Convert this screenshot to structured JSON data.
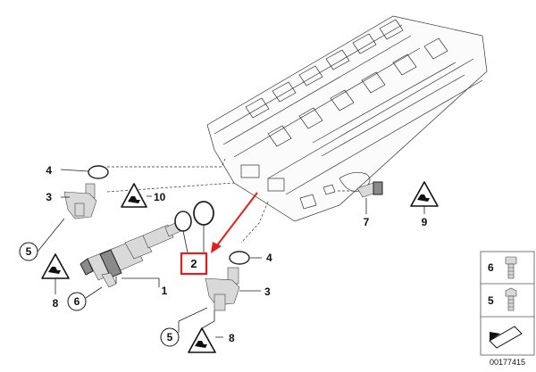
{
  "diagram": {
    "callouts": [
      {
        "id": "c-1",
        "label": "1"
      },
      {
        "id": "c-2",
        "label": "2"
      },
      {
        "id": "c-3a",
        "label": "3"
      },
      {
        "id": "c-3b",
        "label": "3"
      },
      {
        "id": "c-4a",
        "label": "4"
      },
      {
        "id": "c-4b",
        "label": "4"
      },
      {
        "id": "c-5a",
        "label": "5"
      },
      {
        "id": "c-5b",
        "label": "5"
      },
      {
        "id": "c-6a",
        "label": "6"
      },
      {
        "id": "c-7",
        "label": "7"
      },
      {
        "id": "c-8a",
        "label": "8"
      },
      {
        "id": "c-8b",
        "label": "8"
      },
      {
        "id": "c-9",
        "label": "9"
      },
      {
        "id": "c-10",
        "label": "10"
      }
    ],
    "legend": {
      "item_a": "6",
      "item_b": "5"
    },
    "diagram_number": "00177415",
    "highlight_color": "#e02020"
  }
}
